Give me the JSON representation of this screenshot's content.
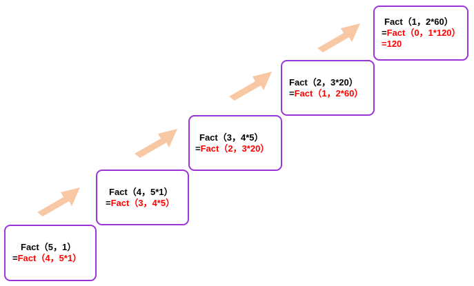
{
  "colors": {
    "box_border": "#9b35d8",
    "arrow": "#f8c8a4",
    "text": "#000000",
    "highlight": "#ff0000"
  },
  "steps": [
    {
      "call": "Fact（5，1）",
      "eq": "=",
      "next": "Fact（4，5*1）",
      "result": ""
    },
    {
      "call": "Fact（4，5*1）",
      "eq": "=",
      "next": "Fact（3，4*5）",
      "result": ""
    },
    {
      "call": "Fact（3，4*5）",
      "eq": "=",
      "next": "Fact（2，3*20）",
      "result": ""
    },
    {
      "call": "Fact（2，3*20）",
      "eq": "=",
      "next": "Fact（1，2*60）",
      "result": ""
    },
    {
      "call": "Fact（1，2*60）",
      "eq": "=",
      "next": "Fact（0，1*120）",
      "result": "=120"
    }
  ]
}
